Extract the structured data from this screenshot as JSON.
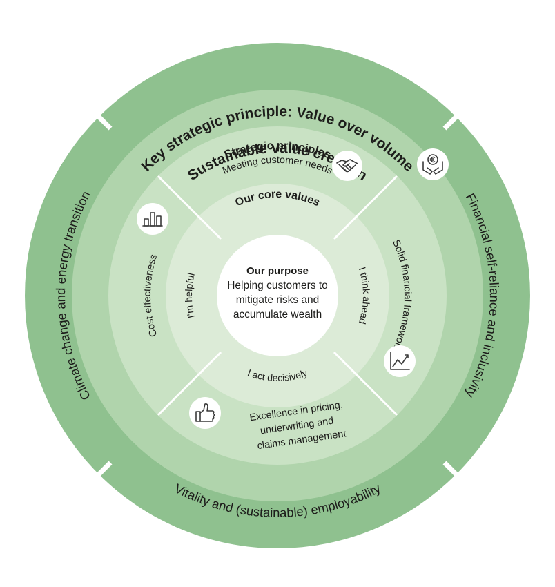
{
  "outer_ring": {
    "top": "Sustainable value creation",
    "right": "Financial self-reliance and inclusivity",
    "bottom": "Vitality and (sustainable) employability",
    "left": "Climate change and energy transition"
  },
  "key_principle": "Key strategic principle: Value over volume",
  "strategic_principles": {
    "title": "Strategic principles",
    "top": "Meeting customer needs",
    "right": "Solid financial framework",
    "bottom": [
      "Excellence in pricing,",
      "underwriting and",
      "claims management"
    ],
    "left": "Cost effectiveness"
  },
  "core_values": {
    "title": "Our core values",
    "right": "I think ahead",
    "bottom": "I act decisively",
    "left": "I'm helpful"
  },
  "purpose": {
    "title": "Our purpose",
    "lines": [
      "Helping customers to",
      "mitigate risks and",
      "accumulate wealth"
    ]
  },
  "icons": [
    "euro-hands-icon",
    "handshake-icon",
    "bar-chart-icon",
    "line-chart-icon",
    "thumbs-up-icon"
  ],
  "colors": {
    "outer_ring": "#8fc18f",
    "key_ring": "#b0d4ac",
    "strategic_ring": "#c9e2c4",
    "values_ring": "#dcebd7",
    "purpose": "#ffffff"
  }
}
